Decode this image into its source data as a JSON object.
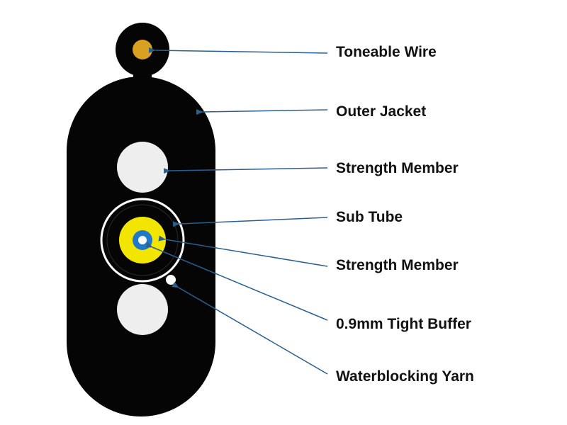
{
  "labels": {
    "toneable_wire": "Toneable Wire",
    "outer_jacket": "Outer Jacket",
    "strength_member_top": "Strength Member",
    "sub_tube": "Sub Tube",
    "strength_member_inner": "Strength Member",
    "tight_buffer": "0.9mm Tight Buffer",
    "waterblocking_yarn": "Waterblocking Yarn"
  },
  "colors": {
    "jacket": "#050505",
    "toneable_wire_core": "#d9a021",
    "strength_member": "#eeeeee",
    "sub_tube_ring": "#ffffff",
    "tight_buffer_yellow": "#f2e600",
    "fiber_blue": "#1f78c8",
    "leader_line": "#2b5f8e"
  }
}
